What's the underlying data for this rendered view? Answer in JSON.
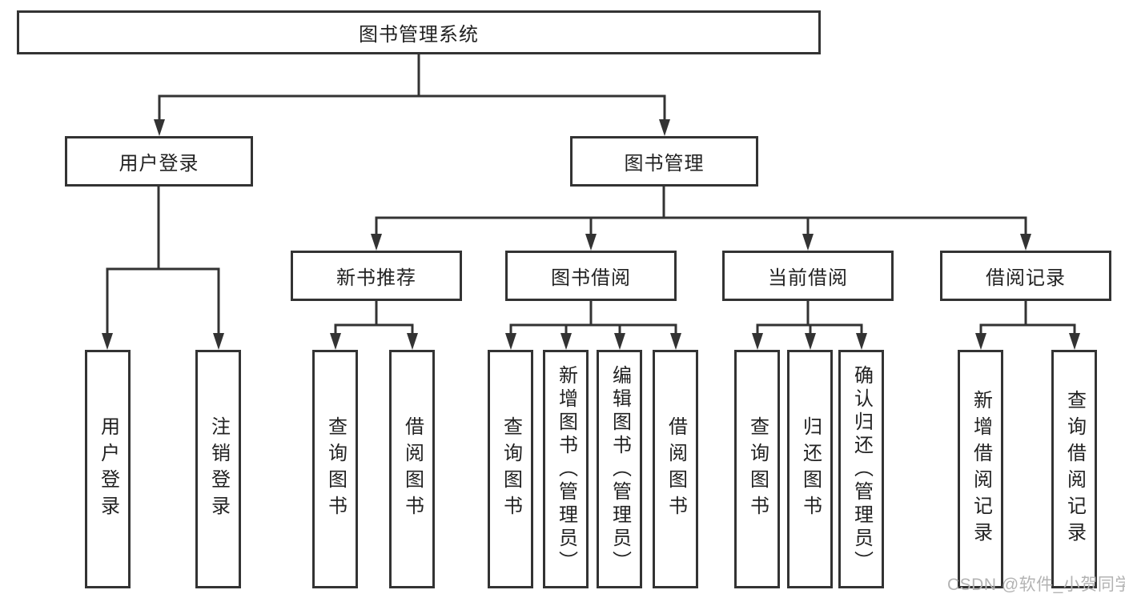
{
  "nodes": {
    "root": "图书管理系统",
    "level1": {
      "user_login": "用户登录",
      "book_mgmt": "图书管理"
    },
    "level2": {
      "new_books": "新书推荐",
      "book_borrow": "图书借阅",
      "current_borrow": "当前借阅",
      "borrow_record": "借阅记录"
    },
    "leaves": {
      "user_login": [
        "用户登录",
        "注销登录"
      ],
      "new_books": [
        "查询图书",
        "借阅图书"
      ],
      "book_borrow": [
        "查询图书",
        "新增图书（管理员）",
        "编辑图书（管理员）",
        "借阅图书"
      ],
      "current_borrow": [
        "查询图书",
        "归还图书",
        "确认归还（管理员）"
      ],
      "borrow_record": [
        "新增借阅记录",
        "查询借阅记录"
      ]
    }
  },
  "watermark": "CSDN @软件_小贺同学",
  "colors": {
    "line": "#333333",
    "text": "#222222",
    "watermark": "#b3b3b3",
    "background": "#ffffff"
  }
}
